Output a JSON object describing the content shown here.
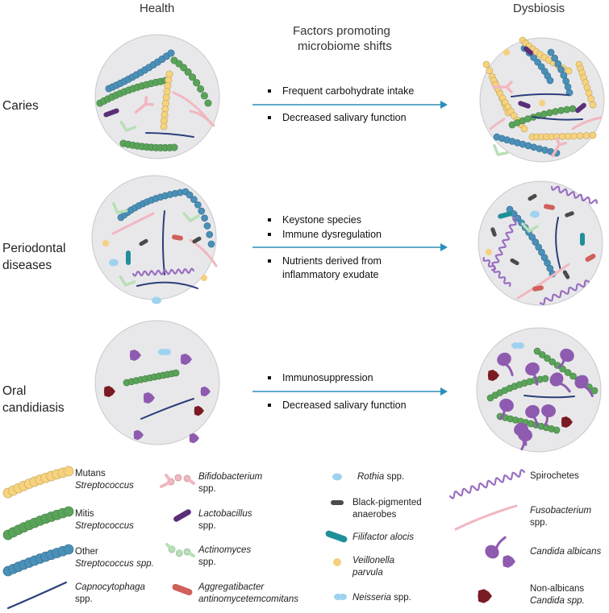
{
  "headers": {
    "health": "Health",
    "factors_line1": "Factors promoting",
    "factors_line2": "microbiome shifts",
    "dysbiosis": "Dysbiosis"
  },
  "rows": [
    {
      "label_lines": [
        "Caries"
      ],
      "factors": [
        "Frequent carbohydrate intake",
        "Decreased salivary function"
      ]
    },
    {
      "label_lines": [
        "Periodontal",
        "diseases"
      ],
      "factors": [
        "Keystone species",
        "Immune dysregulation",
        "Nutrients derived from",
        "inflammatory exudate"
      ]
    },
    {
      "label_lines": [
        "Oral",
        "candidiasis"
      ],
      "factors": [
        "Immunosuppression",
        "Decreased salivary function"
      ]
    }
  ],
  "legend": {
    "mutans": [
      "Mutans",
      "Streptococcus"
    ],
    "mitis": [
      "Mitis",
      "Streptococcus"
    ],
    "other_strep": [
      "Other",
      "Streptococcus spp."
    ],
    "capno": [
      "Capnocytophaga",
      "spp."
    ],
    "bifido": [
      "Bifidobacterium",
      "spp."
    ],
    "lacto": [
      "Lactobacillus",
      "spp."
    ],
    "actino": [
      "Actinomyces",
      "spp."
    ],
    "aggreg": [
      "Aggregatibacter",
      "antinomycetemcomitans"
    ],
    "rothia": [
      "Rothia",
      "spp."
    ],
    "black": [
      "Black-pigmented",
      "anaerobes"
    ],
    "filifactor": "Filifactor alocis",
    "veillonella": [
      "Veillonella",
      "parvula"
    ],
    "neisseria": [
      "Neisseria",
      "spp."
    ],
    "spirochetes": "Spirochetes",
    "fuso": [
      "Fusobacterium",
      "spp."
    ],
    "candida": "Candida albicans",
    "nonalbicans": [
      "Non-albicans",
      "Candida spp."
    ]
  },
  "colors": {
    "circle_fill": "#e8e8ea",
    "circle_stroke": "#c8c8cc",
    "arrow": "#2a8fb8",
    "mutans": "#f7d37e",
    "mitis": "#5aa45a",
    "other_strep": "#4a90b8",
    "capno": "#2a3f7a",
    "bifido": "#f2b7c0",
    "lacto": "#5a2e78",
    "actino": "#b8e0b8",
    "aggreg": "#d0605a",
    "rothia": "#9fd2ee",
    "black": "#4a4a4a",
    "filifactor": "#1f8f9a",
    "veillonella": "#f5d07e",
    "spiro": "#9a6fc0",
    "fuso": "#f2b7c0",
    "candida": "#8e5bb0",
    "nonalb": "#7a1a22"
  }
}
